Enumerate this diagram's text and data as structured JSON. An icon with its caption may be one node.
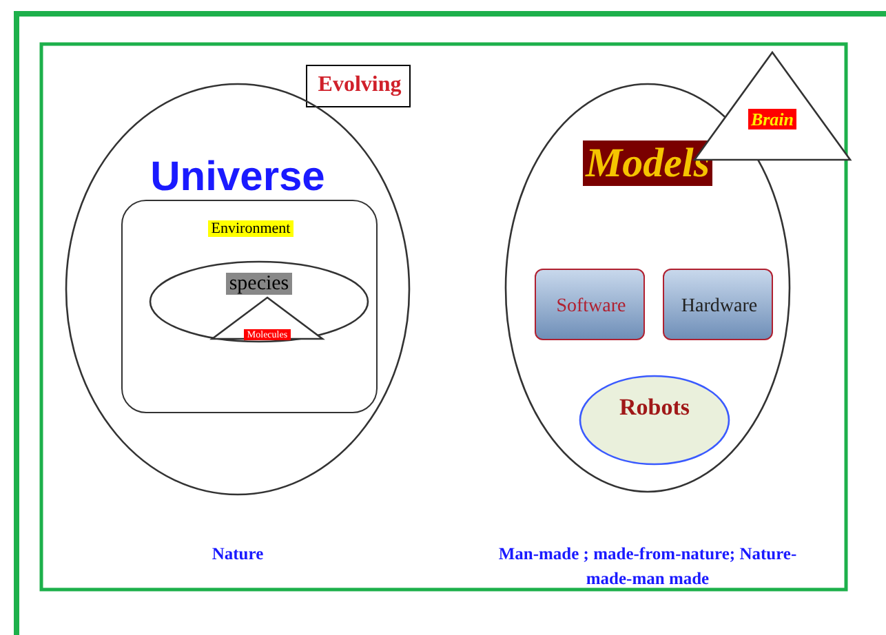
{
  "diagram": {
    "nodes": [
      {
        "text": [
          "Evolving"
        ]
      },
      {
        "text": [
          "Universe"
        ]
      },
      {
        "text": [
          "Environment"
        ],
        "in": 1
      },
      {
        "text": [
          "species"
        ],
        "in": 2
      },
      {
        "text": [
          "Molecules"
        ],
        "in": 3
      },
      {
        "text": [
          "Models"
        ]
      },
      {
        "text": [
          "Brain"
        ]
      },
      {
        "text": [
          "Software"
        ],
        "in": 5
      },
      {
        "text": [
          "Hardware"
        ],
        "in": 5
      },
      {
        "text": [
          "Robots"
        ],
        "in": 5
      }
    ],
    "labels": [
      "Nature",
      "Man-made ; made-from-nature; Nature-made-man made"
    ]
  }
}
